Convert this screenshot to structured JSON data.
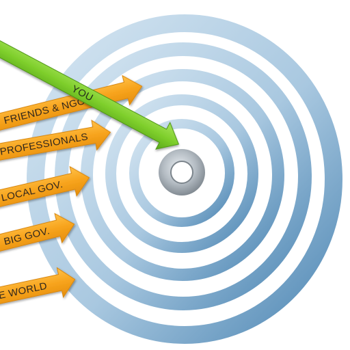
{
  "labels": {
    "you": "YOU",
    "friends": "FRIENDS & NGO's!",
    "professionals": "PROFESSIONALS",
    "local_gov": "LOCAL GOV.",
    "big_gov": "BIG GOV.",
    "world": "E WORLD"
  },
  "colors": {
    "ring": "#a9c8e0",
    "ring_edge": "#4d86b3",
    "center": "#9aa3aa",
    "arrow_orange": "#f7a31c",
    "arrow_green": "#7fcf2c"
  },
  "icons": {
    "target": "target-icon"
  }
}
